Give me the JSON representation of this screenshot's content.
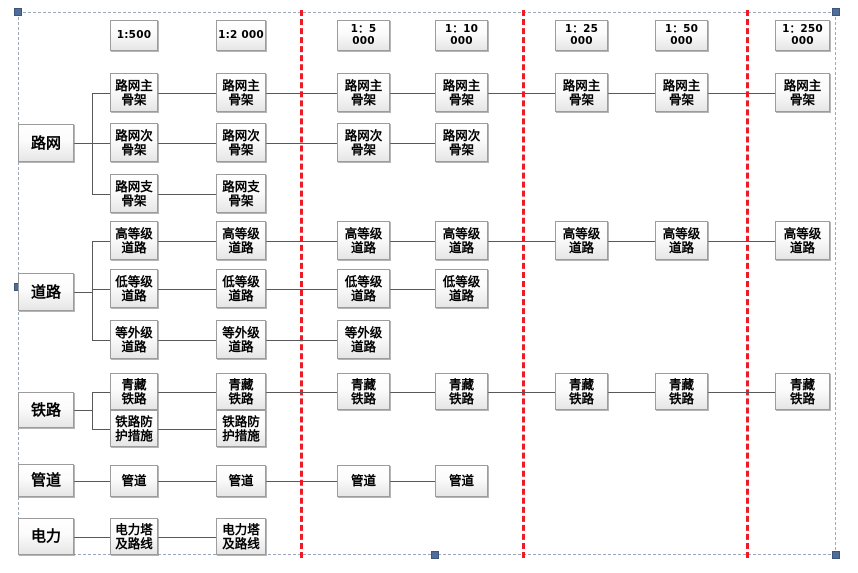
{
  "diagram": {
    "title": "",
    "accent_color": "#ee1b24",
    "box_border_color": "#9c9c9c",
    "line_color": "#595959",
    "selection_color": "#4f6d99"
  },
  "scale_headers": [
    {
      "id": "s500",
      "label": "1:500"
    },
    {
      "id": "s2000",
      "label": "1:2 000"
    },
    {
      "id": "s5000",
      "label": "1：5 000"
    },
    {
      "id": "s10000",
      "label": "1：10 000"
    },
    {
      "id": "s25000",
      "label": "1：25 000"
    },
    {
      "id": "s50000",
      "label": "1：50 000"
    },
    {
      "id": "s250000",
      "label": "1：250 000"
    }
  ],
  "categories": [
    {
      "id": "roadnet",
      "label": "路网"
    },
    {
      "id": "road",
      "label": "道路"
    },
    {
      "id": "railway",
      "label": "铁路"
    },
    {
      "id": "pipeline",
      "label": "管道"
    },
    {
      "id": "power",
      "label": "电力"
    }
  ],
  "rows": [
    {
      "id": "r1",
      "category": "roadnet",
      "label": "路网主骨架",
      "lines": [
        "路网主",
        "骨架"
      ],
      "columns": [
        1,
        1,
        1,
        1,
        1,
        1,
        1
      ]
    },
    {
      "id": "r2",
      "category": "roadnet",
      "label": "路网次骨架",
      "lines": [
        "路网次",
        "骨架"
      ],
      "columns": [
        1,
        1,
        1,
        1,
        0,
        0,
        0
      ]
    },
    {
      "id": "r3",
      "category": "roadnet",
      "label": "路网支骨架",
      "lines": [
        "路网支",
        "骨架"
      ],
      "columns": [
        1,
        1,
        0,
        0,
        0,
        0,
        0
      ]
    },
    {
      "id": "r4",
      "category": "road",
      "label": "高等级道路",
      "lines": [
        "高等级",
        "道路"
      ],
      "columns": [
        1,
        1,
        1,
        1,
        1,
        1,
        1
      ]
    },
    {
      "id": "r5",
      "category": "road",
      "label": "低等级道路",
      "lines": [
        "低等级",
        "道路"
      ],
      "columns": [
        1,
        1,
        1,
        1,
        0,
        0,
        0
      ]
    },
    {
      "id": "r6",
      "category": "road",
      "label": "等外级道路",
      "lines": [
        "等外级",
        "道路"
      ],
      "columns": [
        1,
        1,
        1,
        0,
        0,
        0,
        0
      ]
    },
    {
      "id": "r7",
      "category": "railway",
      "label": "青藏铁路",
      "lines": [
        "青藏",
        "铁路"
      ],
      "columns": [
        1,
        1,
        1,
        1,
        1,
        1,
        1
      ]
    },
    {
      "id": "r8",
      "category": "railway",
      "label": "铁路防护措施",
      "lines": [
        "铁路防",
        "护措施"
      ],
      "columns": [
        1,
        1,
        0,
        0,
        0,
        0,
        0
      ]
    },
    {
      "id": "r9",
      "category": "pipeline",
      "label": "管道",
      "lines": [
        "管道"
      ],
      "columns": [
        1,
        1,
        1,
        1,
        0,
        0,
        0
      ]
    },
    {
      "id": "r10",
      "category": "power",
      "label": "电力塔及路线",
      "lines": [
        "电力塔",
        "及路线"
      ],
      "columns": [
        1,
        1,
        0,
        0,
        0,
        0,
        0
      ]
    }
  ],
  "separators": [
    {
      "id": "sep1",
      "after_column": 2
    },
    {
      "id": "sep2",
      "after_column": 4
    },
    {
      "id": "sep3",
      "after_column": 6
    }
  ],
  "selection_handles": [
    {
      "id": "h-top-left"
    },
    {
      "id": "h-top-right"
    },
    {
      "id": "h-mid-left"
    },
    {
      "id": "h-bottom-center"
    },
    {
      "id": "h-bottom-right"
    }
  ]
}
